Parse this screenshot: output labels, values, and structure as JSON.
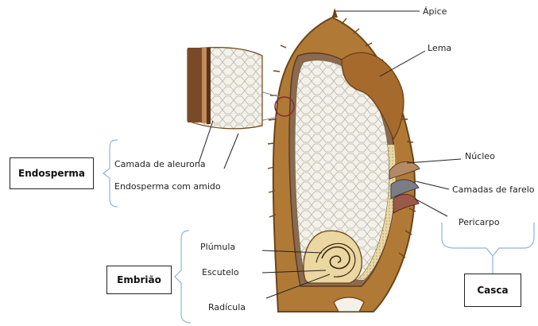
{
  "labels": {
    "apice": "Ápice",
    "lema": "Lema",
    "nucleo": "Núcleo",
    "camadas_farelo": "Camadas de farelo",
    "pericarpo": "Pericarpo",
    "camada_aleurona": "Camada de aleurona",
    "endosperma_amido": "Endosperma com amido",
    "plumula": "Plúmula",
    "escutelo": "Escutelo",
    "radicula": "Radícula"
  },
  "boxes": {
    "endosperma": "Endosperma",
    "embriao": "Embrião",
    "casca": "Casca"
  },
  "colors": {
    "husk": "#b07a36",
    "husk_dark": "#6e4418",
    "endosperm": "#f3f1ea",
    "cell_line": "#b9b4a6",
    "embryo": "#ead7a1",
    "bran": "#8b6a4f",
    "bracket": "#8fb3d6"
  }
}
